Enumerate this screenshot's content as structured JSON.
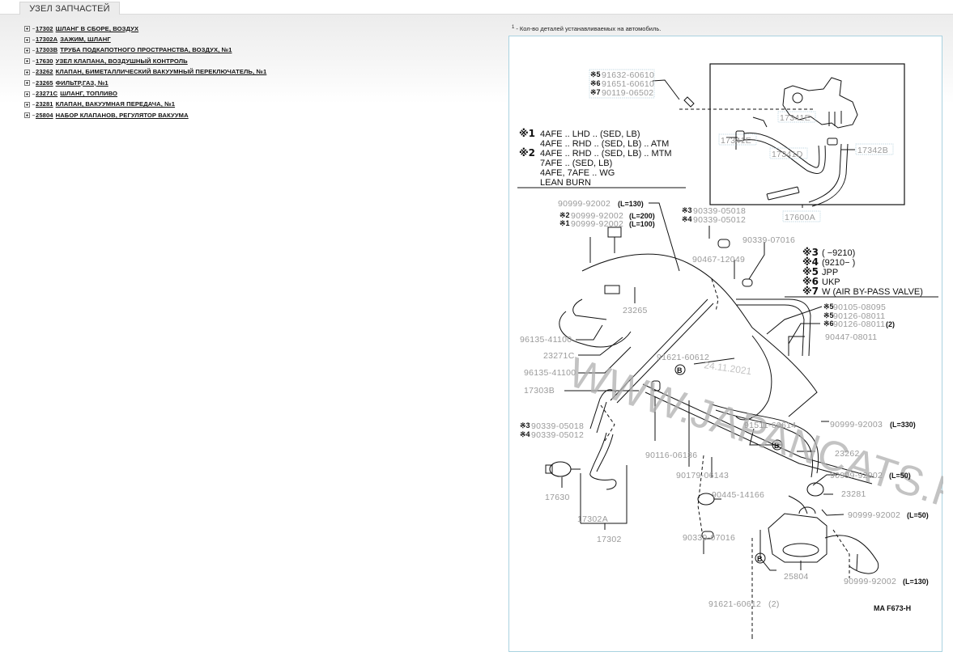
{
  "tab": {
    "label": "УЗЕЛ ЗАПЧАСТЕЙ"
  },
  "parts_list": [
    {
      "code": "17302",
      "name": "ШЛАНГ В СБОРЕ, ВОЗДУХ"
    },
    {
      "code": "17302A",
      "name": "ЗАЖИМ, ШЛАНГ"
    },
    {
      "code": "17303B",
      "name": "ТРУБА ПОДКАПОТНОГО ПРОСТРАНСТВА, ВОЗДУХ, №1"
    },
    {
      "code": "17630",
      "name": "УЗЕЛ КЛАПАНА, ВОЗДУШНЫЙ КОНТРОЛЬ"
    },
    {
      "code": "23262",
      "name": "КЛАПАН, БИМЕТАЛЛИЧЕСКИЙ ВАКУУМНЫЙ ПЕРЕКЛЮЧАТЕЛЬ, №1"
    },
    {
      "code": "23265",
      "name": "ФИЛЬТР,ГАЗ, №1"
    },
    {
      "code": "23271C",
      "name": "ШЛАНГ, ТОПЛИВО"
    },
    {
      "code": "23281",
      "name": "КЛАПАН, ВАКУУМНАЯ ПЕРЕДАЧА, №1"
    },
    {
      "code": "25804",
      "name": "НАБОР КЛАПАНОВ, РЕГУЛЯТОР ВАКУУМА"
    }
  ],
  "footnote": {
    "mark": "1",
    "text": "- Кол-во деталей устанавливаемых на автомобиль."
  },
  "diagram": {
    "code": "MA F673-H",
    "watermark": "WWW.JAPANCATS.RU",
    "watermark_date": "24.11.2021",
    "notes_left": [
      {
        "mark": "※1",
        "text": "4AFE .. LHD .. (SED, LB)"
      },
      {
        "mark": "",
        "text": "4AFE .. RHD .. (SED, LB) .. ATM"
      },
      {
        "mark": "※2",
        "text": "4AFE .. RHD .. (SED, LB) .. MTM"
      },
      {
        "mark": "",
        "text": "7AFE .. (SED, LB)"
      },
      {
        "mark": "",
        "text": "4AFE, 7AFE .. WG"
      },
      {
        "mark": "",
        "text": "LEAN BURN"
      }
    ],
    "notes_right": [
      {
        "mark": "※3",
        "text": "(        −9210)"
      },
      {
        "mark": "※4",
        "text": "(9210−        )"
      },
      {
        "mark": "※5",
        "text": "JPP"
      },
      {
        "mark": "※6",
        "text": "UKP"
      },
      {
        "mark": "※7",
        "text": "W (AIR BY-PASS VALVE)"
      }
    ],
    "callouts": {
      "p91632_60610": {
        "mark": "※5",
        "code": "91632-60610"
      },
      "p91651_60610": {
        "mark": "※6",
        "code": "91651-60610"
      },
      "p90119_06502": {
        "mark": "※7",
        "code": "90119-06502"
      },
      "p17341E_a": {
        "code": "17341E"
      },
      "p17341E_b": {
        "code": "17341E"
      },
      "p17341D": {
        "code": "17341D"
      },
      "p17342B": {
        "code": "17342B"
      },
      "p17600A": {
        "code": "17600A"
      },
      "p90999_130": {
        "code": "90999-92002",
        "suffix": "(L=130)"
      },
      "p90999_200": {
        "mark": "※2",
        "code": "90999-92002",
        "suffix": "(L=200)"
      },
      "p90999_100": {
        "mark": "※1",
        "code": "90999-92002",
        "suffix": "(L=100)"
      },
      "p90339_05018_top": {
        "mark": "※3",
        "code": "90339-05018"
      },
      "p90339_05012_top": {
        "mark": "※4",
        "code": "90339-05012"
      },
      "p90339_07016_top": {
        "code": "90339-07016"
      },
      "p90467_12049": {
        "code": "90467-12049"
      },
      "p23265": {
        "code": "23265"
      },
      "p90105_08095": {
        "mark": "※5",
        "code": "90105-08095"
      },
      "p90126_08011_a": {
        "mark": "※5",
        "code": "90126-08011"
      },
      "p90126_08011_b": {
        "mark": "※6",
        "code": "90126-08011",
        "suffix": "(2)"
      },
      "p90447_08011": {
        "code": "90447-08011"
      },
      "p96135_41100_a": {
        "code": "96135-41100"
      },
      "p23271C": {
        "code": "23271C"
      },
      "p91621_60612": {
        "code": "91621-60612"
      },
      "p96135_41100_b": {
        "code": "96135-41100"
      },
      "p17303B": {
        "code": "17303B"
      },
      "p91511_60614": {
        "code": "91511-60614"
      },
      "p90999_330": {
        "code": "90999-92003",
        "suffix": "(L=330)"
      },
      "p90339_05018_low": {
        "mark": "※3",
        "code": "90339-05018"
      },
      "p90339_05012_low": {
        "mark": "※4",
        "code": "90339-05012"
      },
      "p23262": {
        "code": "23262"
      },
      "p90116_06136": {
        "code": "90116-06136"
      },
      "p90179_06143": {
        "code": "90179-06143"
      },
      "p90445_14166": {
        "code": "90445-14166"
      },
      "p90999_50_a": {
        "code": "90999-92002",
        "suffix": "(L=50)"
      },
      "p23281": {
        "code": "23281"
      },
      "p17630": {
        "code": "17630"
      },
      "p90999_50_b": {
        "code": "90999-92002",
        "suffix": "(L=50)"
      },
      "p17302A": {
        "code": "17302A"
      },
      "p17302": {
        "code": "17302"
      },
      "p90339_07016_low": {
        "code": "90339-07016"
      },
      "p25804": {
        "code": "25804"
      },
      "p90999_130_b": {
        "code": "90999-92002",
        "suffix": "(L=130)"
      },
      "p91621_60612_2": {
        "code": "91621-60612",
        "suffix": "(2)"
      }
    }
  }
}
